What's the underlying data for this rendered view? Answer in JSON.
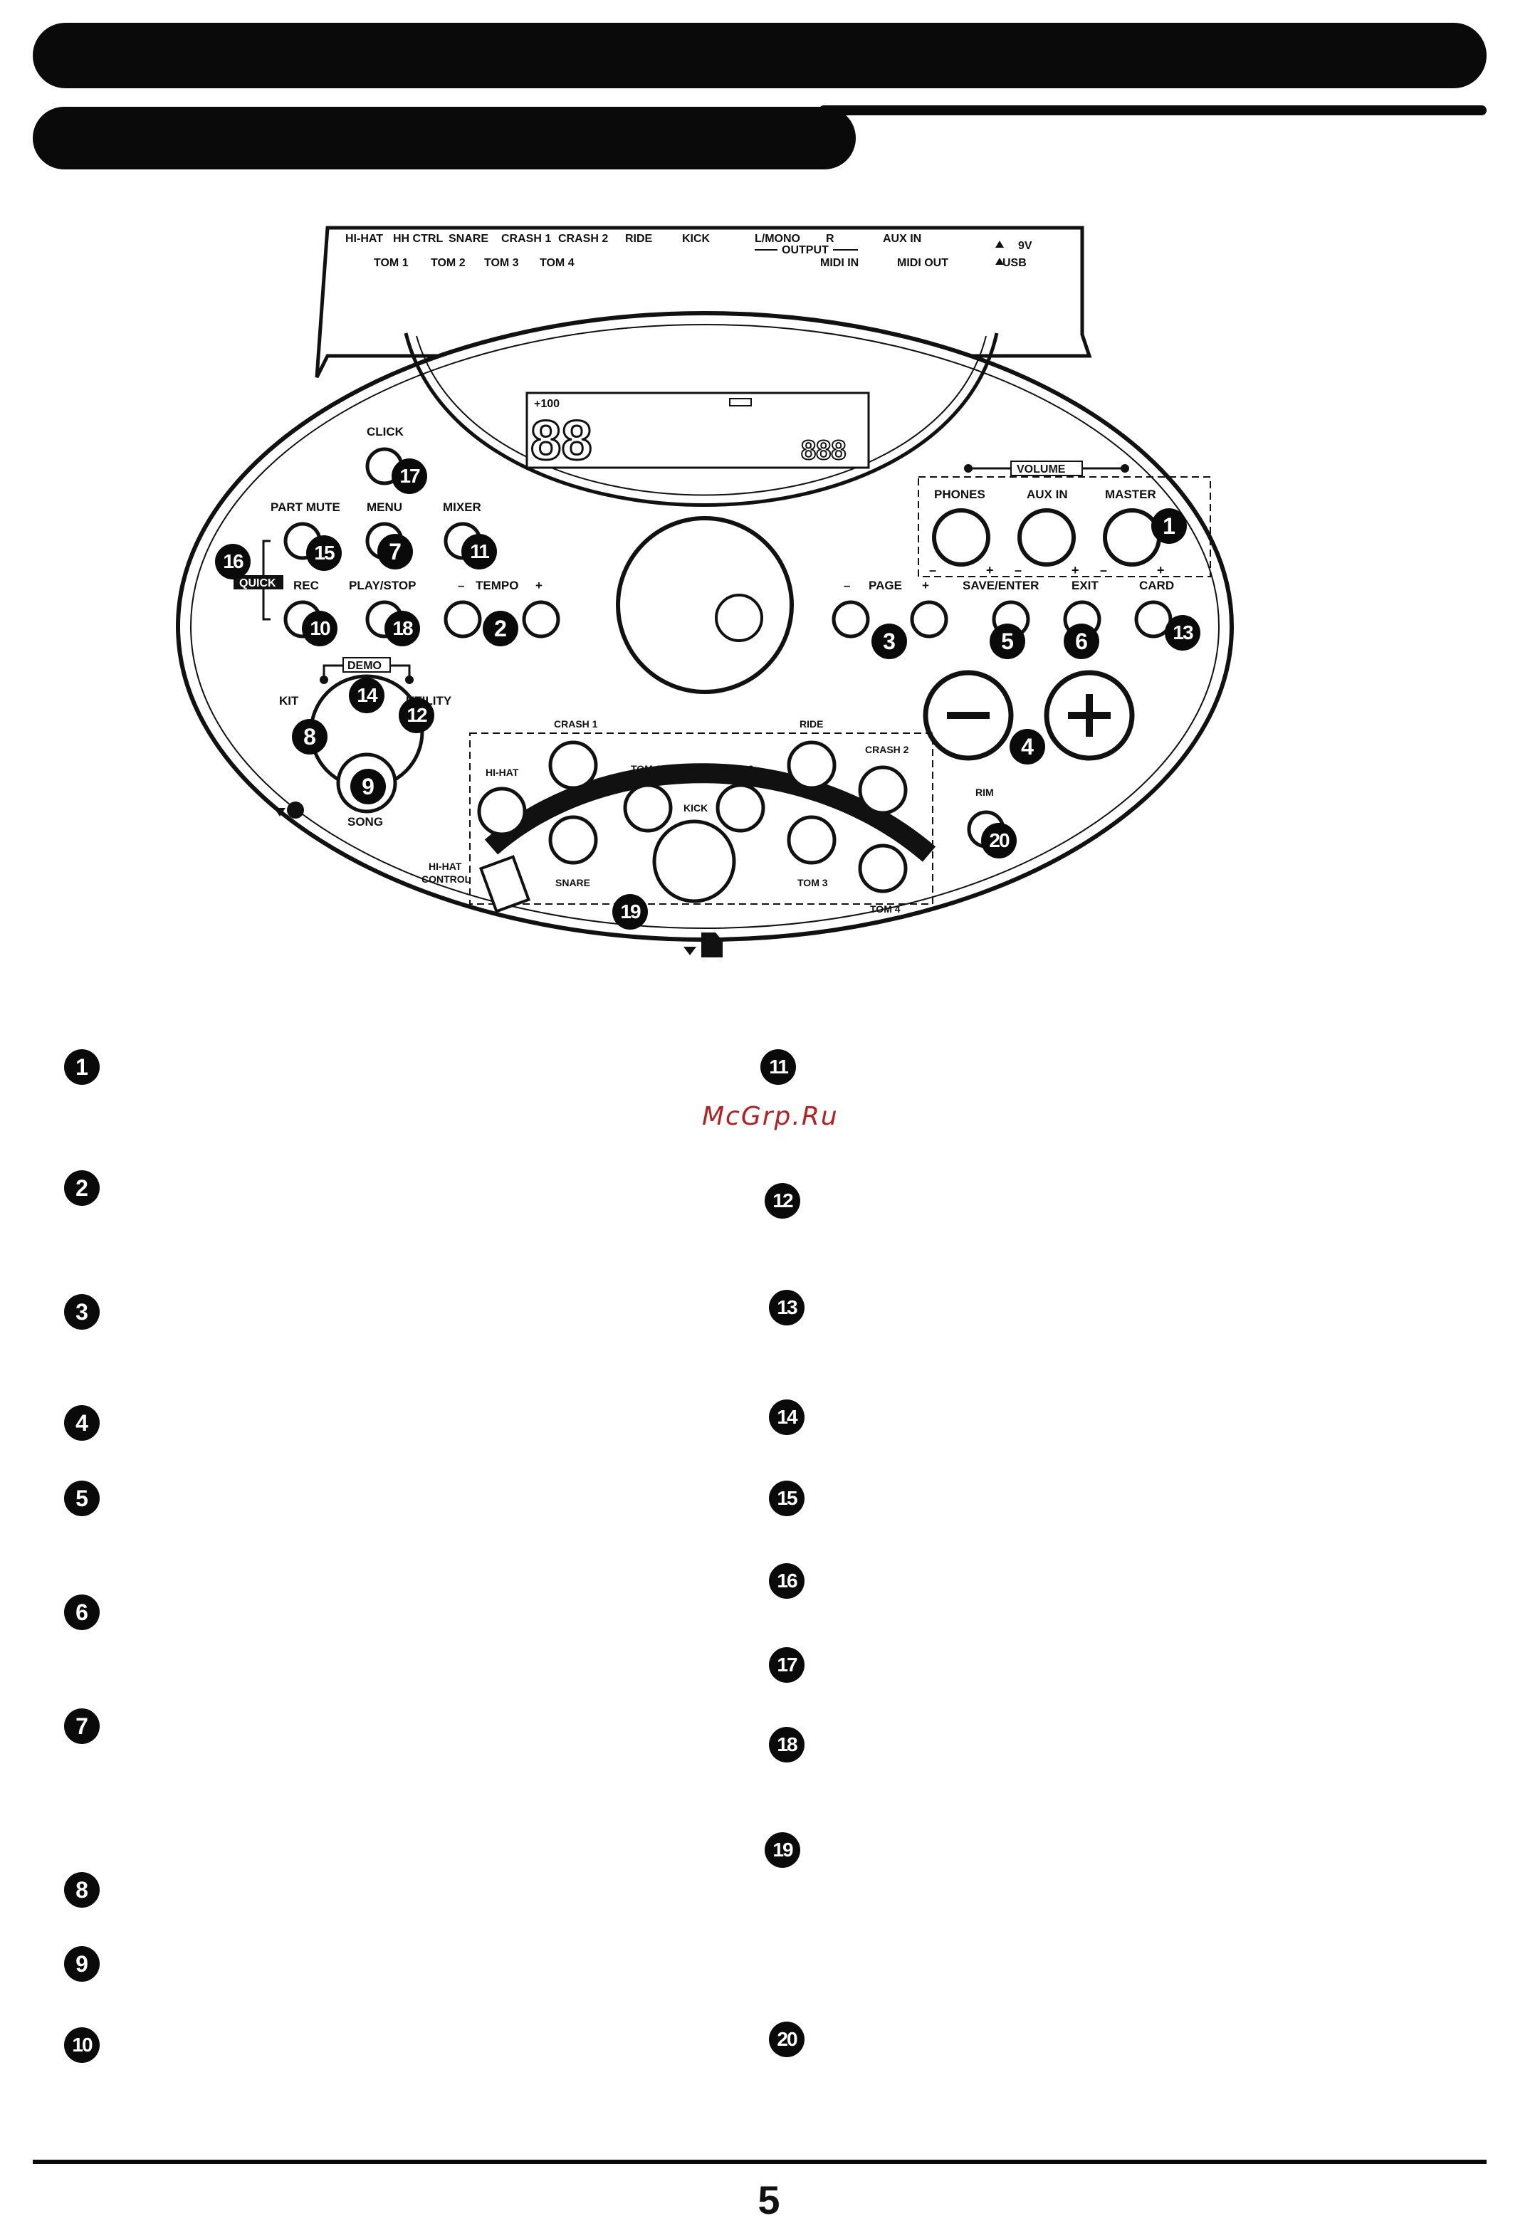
{
  "panel": {
    "top_jacks_row1": [
      "HI-HAT",
      "HH CTRL",
      "SNARE",
      "CRASH 1",
      "CRASH 2",
      "RIDE",
      "KICK",
      "L/MONO",
      "R",
      "AUX IN"
    ],
    "top_jacks_row2": [
      "TOM 1",
      "TOM 2",
      "TOM 3",
      "TOM 4",
      "MIDI IN",
      "MIDI OUT"
    ],
    "output_label": "OUTPUT",
    "power_label": "9V",
    "usb_label": "USB",
    "lcd": {
      "top_text": "+100",
      "digits_big": "88",
      "digits_small": "888"
    },
    "labels": {
      "click": "CLICK",
      "part_mute": "PART MUTE",
      "menu": "MENU",
      "mixer": "MIXER",
      "quick": "QUICK",
      "rec": "REC",
      "play_stop": "PLAY/STOP",
      "tempo_minus": "–",
      "tempo": "TEMPO",
      "tempo_plus": "+",
      "page_minus": "–",
      "page": "PAGE",
      "page_plus": "+",
      "save_enter": "SAVE/ENTER",
      "exit": "EXIT",
      "card": "CARD",
      "volume": "VOLUME",
      "phones": "PHONES",
      "aux_in": "AUX IN",
      "master": "MASTER",
      "knob_minus": "–",
      "knob_plus": "+",
      "demo": "DEMO",
      "kit": "KIT",
      "utility": "UTILITY",
      "song": "SONG",
      "rim": "RIM",
      "hihat_control": [
        "HI-HAT",
        "CONTROL"
      ],
      "pads": {
        "hihat": "HI-HAT",
        "crash1": "CRASH 1",
        "tom1": "TOM 1",
        "tom2": "TOM 2",
        "kick": "KICK",
        "ride": "RIDE",
        "crash2": "CRASH 2",
        "snare": "SNARE",
        "tom3": "TOM 3",
        "tom4": "TOM 4"
      }
    },
    "markers": [
      "1",
      "2",
      "3",
      "4",
      "5",
      "6",
      "7",
      "8",
      "9",
      "10",
      "11",
      "12",
      "13",
      "14",
      "15",
      "16",
      "17",
      "18",
      "19",
      "20"
    ]
  },
  "legend": {
    "left": [
      "1",
      "2",
      "3",
      "4",
      "5",
      "6",
      "7",
      "8",
      "9",
      "10"
    ],
    "right": [
      "11",
      "12",
      "13",
      "14",
      "15",
      "16",
      "17",
      "18",
      "19",
      "20"
    ]
  },
  "watermark": "McGrp.Ru",
  "page_number": "5"
}
